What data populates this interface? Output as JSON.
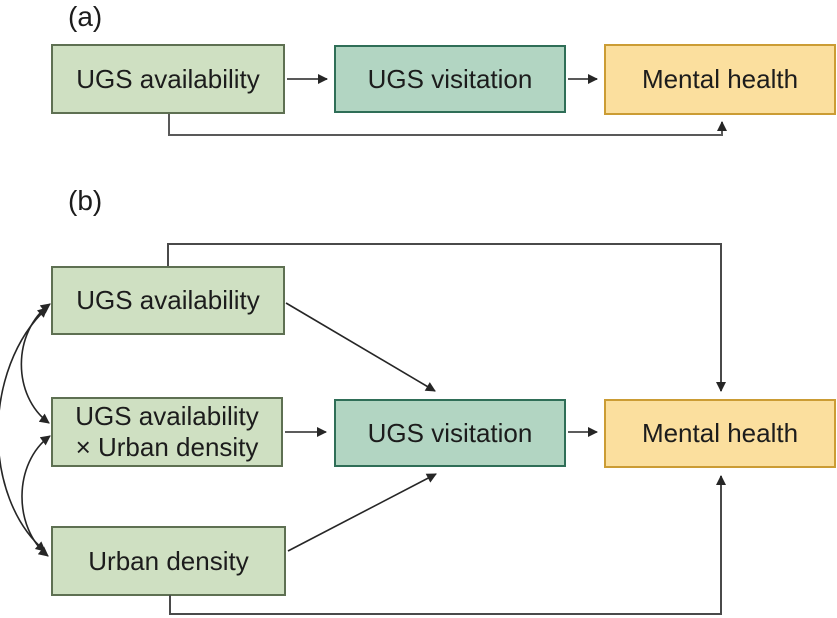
{
  "figure": {
    "panel_a": {
      "label": "(a)",
      "boxes": {
        "availability": "UGS availability",
        "visitation": "UGS visitation",
        "mental": "Mental health"
      }
    },
    "panel_b": {
      "label": "(b)",
      "boxes": {
        "availability": "UGS availability",
        "interaction_line1": "UGS availability",
        "interaction_line2": "× Urban density",
        "urban": "Urban density",
        "visitation": "UGS visitation",
        "mental": "Mental health"
      }
    },
    "colors": {
      "light_green_fill": "#cfe0c2",
      "light_green_border": "#5e7052",
      "teal_fill": "#b2d5c2",
      "teal_border": "#2f6e57",
      "orange_fill": "#fbdf9e",
      "orange_border": "#cb9c34",
      "arrow_dark": "#262626",
      "arrow_gray": "#595959",
      "bypass_gray": "#4a4a4a",
      "text": "#1c1c1c",
      "background": "#ffffff"
    }
  }
}
